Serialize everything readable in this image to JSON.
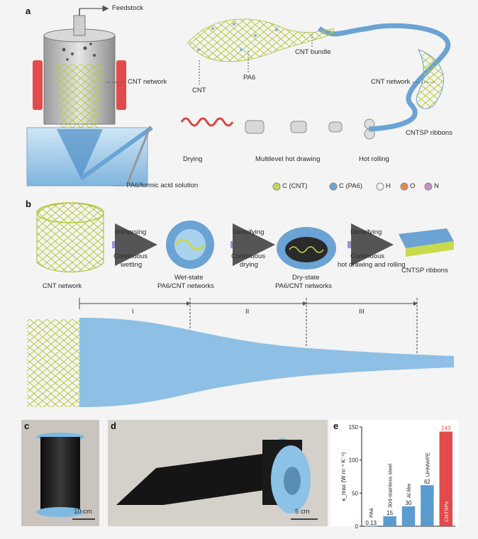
{
  "panel_a": {
    "letter": "a",
    "feedstock": "Feedstock",
    "cnt_network_left": "CNT network",
    "cnt": "CNT",
    "pa6": "PA6",
    "cnt_bundle": "CNT bundle",
    "cnt_network_right": "CNT network",
    "cntsp_ribbons": "CNTSP ribbons",
    "drying": "Drying",
    "hot_drawing": "Multilevel hot drawing",
    "hot_rolling": "Hot rolling",
    "solution": "PA6/formic acid solution",
    "legend": [
      {
        "label": "C (CNT)",
        "color": "#c8d94a"
      },
      {
        "label": "C (PA6)",
        "color": "#6aa7d6"
      },
      {
        "label": "H",
        "color": "#f2f2f2"
      },
      {
        "label": "O",
        "color": "#e8874d"
      },
      {
        "label": "N",
        "color": "#c98fc8"
      }
    ]
  },
  "panel_b": {
    "letter": "b",
    "cnt_network": "CNT network",
    "immersing": "Immersing",
    "continuous_wetting_1": "Continuous",
    "continuous_wetting_2": "wetting",
    "wet_state_1": "Wet-state",
    "wet_state_2": "PA6/CNT networks",
    "densifying_1": "Densifying",
    "continuous_drying_1": "Continuous",
    "continuous_drying_2": "drying",
    "dry_state_1": "Dry-state",
    "dry_state_2": "PA6/CNT networks",
    "densifying_2": "Densifying",
    "hot_1": "Continuous",
    "hot_2": "hot drawing and rolling",
    "cntsp_ribbons": "CNTSP ribbons",
    "stages": [
      "I",
      "II",
      "III"
    ]
  },
  "panel_c": {
    "letter": "c",
    "scale": "10 cm"
  },
  "panel_d": {
    "letter": "d",
    "scale": "5 cm"
  },
  "panel_e": {
    "letter": "e"
  },
  "chart_data": {
    "type": "bar",
    "categories": [
      "PA6",
      "304-stainless steel",
      "Al film",
      "UHMWPE",
      "CNTSPs"
    ],
    "values": [
      0.13,
      15,
      30,
      62,
      143
    ],
    "value_labels": [
      "0.13",
      "15",
      "30",
      "62",
      "143"
    ],
    "colors": [
      "#5a9ccf",
      "#5a9ccf",
      "#5a9ccf",
      "#5a9ccf",
      "#e04b4b"
    ],
    "ylabel": "κ_max (W m⁻¹ K⁻¹)",
    "ylim": [
      0,
      150
    ],
    "yticks": [
      0,
      50,
      100,
      150
    ],
    "grid": false
  }
}
